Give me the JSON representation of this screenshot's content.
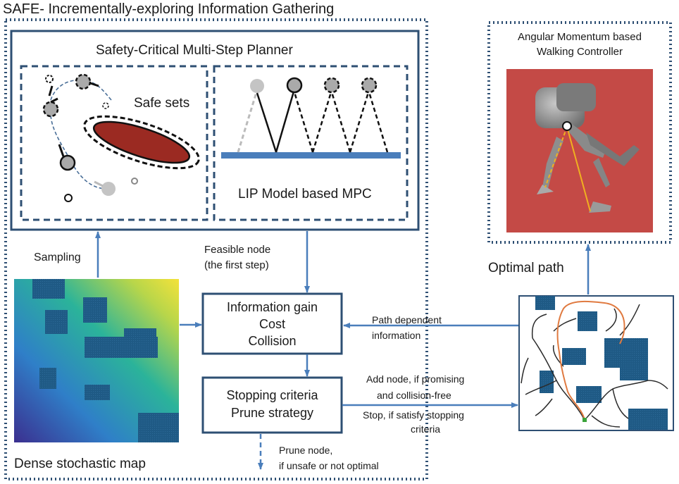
{
  "title": "SAFE-  Incrementally-exploring Information  Gathering",
  "planner": {
    "title": "Safety-Critical Multi-Step Planner",
    "safe_sets_label": "Safe sets",
    "mpc_label": "LIP Model based MPC"
  },
  "controller": {
    "title_line1": "Angular Momentum based",
    "title_line2": "Walking Controller"
  },
  "edges": {
    "sampling": "Sampling",
    "feasible_line1": "Feasible node",
    "feasible_line2": "(the first step)",
    "optimal_path": "Optimal path",
    "path_dep_line1": "Path dependent",
    "path_dep_line2": "information",
    "add_line1": "Add node, if promising",
    "add_line2": "and collision-free",
    "stop_line1": "Stop, if satisfy stopping",
    "stop_line2": "criteria",
    "prune_line1": "Prune node,",
    "prune_line2": "if unsafe or not optimal"
  },
  "info_box": {
    "line1": "Information gain",
    "line2": "Cost",
    "line3": "Collision"
  },
  "stop_box": {
    "line1": "Stopping criteria",
    "line2": "Prune strategy"
  },
  "map_label": "Dense stochastic map",
  "colors": {
    "frame_blue": "#2e4f73",
    "arrow_blue": "#4a7ebb",
    "obstacle_blue": "#1f5a85",
    "ellipse_red": "#9b2a22",
    "robot_bg": "#c44a46",
    "tree_branch": "#2a2a2a",
    "optimal_path": "#e07a40"
  }
}
